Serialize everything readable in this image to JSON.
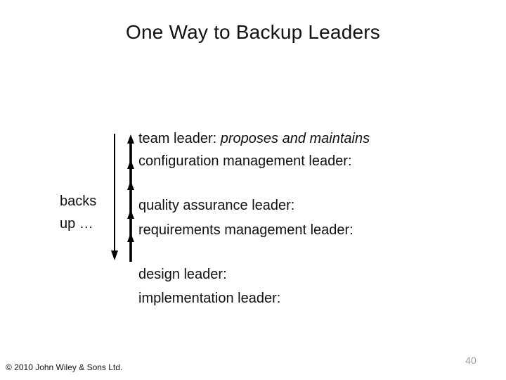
{
  "slide": {
    "title": "One Way to Backup Leaders",
    "diagram": {
      "side_label": {
        "line1": "backs",
        "line2": "up …"
      },
      "rows": [
        {
          "text": "team leader: ",
          "emphasis": "proposes and maintains"
        },
        {
          "text": "configuration management leader:"
        },
        {
          "text": "quality assurance leader:"
        },
        {
          "text": "requirements management leader:"
        },
        {
          "text": "design leader:"
        },
        {
          "text": "implementation leader:"
        }
      ],
      "arrow_color": "#000000"
    },
    "footer": {
      "copyright": "© 2010 John Wiley & Sons Ltd.",
      "page_number": "40"
    },
    "colors": {
      "background": "#ffffff",
      "text": "#111111",
      "page_number": "#999999"
    }
  }
}
